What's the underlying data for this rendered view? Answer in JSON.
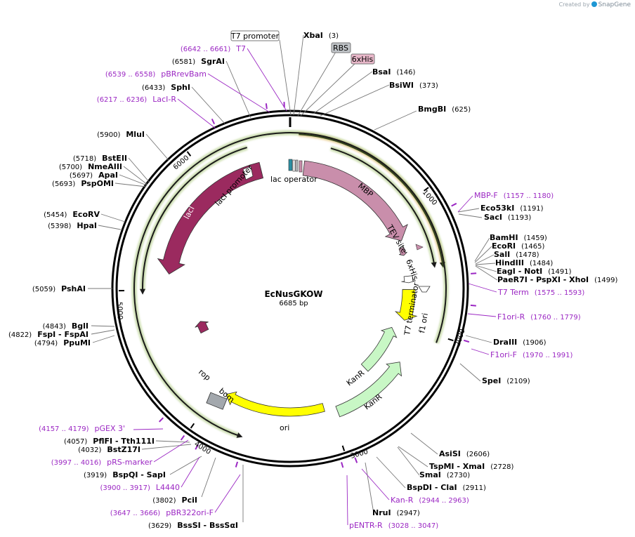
{
  "credit": {
    "prefix": "Created by",
    "brand": "SnapGene"
  },
  "plasmid": {
    "name": "EcNusGKOW",
    "size": "6685 bp",
    "length": 6685
  },
  "ticks": [
    "1000",
    "2000",
    "3000",
    "4000",
    "5000",
    "6000"
  ],
  "features": [
    {
      "name": "lac operator",
      "label": "lac operator"
    },
    {
      "name": "MBP",
      "label": "MBP"
    },
    {
      "name": "TEV site",
      "label": "TEV site"
    },
    {
      "name": "6xHis",
      "label": "6xHis"
    },
    {
      "name": "T7 terminator",
      "label": "T7 terminator"
    },
    {
      "name": "f1 ori",
      "label": "f1 ori"
    },
    {
      "name": "KanR",
      "label": "KanR"
    },
    {
      "name": "KanR",
      "label": "KanR"
    },
    {
      "name": "ori",
      "label": "ori"
    },
    {
      "name": "rop",
      "label": "rop"
    },
    {
      "name": "bom",
      "label": "bom"
    },
    {
      "name": "lacI",
      "label": "lacI"
    },
    {
      "name": "lacI promoter",
      "label": "lacI promoter"
    }
  ],
  "boxed_features": [
    {
      "name": "T7 promoter",
      "label": "T7 promoter"
    },
    {
      "name": "RBS",
      "label": "RBS"
    },
    {
      "name": "6xHis",
      "label": "6xHis"
    }
  ],
  "sites": [
    {
      "name": "XbaI",
      "pos": "(3)"
    },
    {
      "name": "BsaI",
      "pos": "(146)"
    },
    {
      "name": "BsiWI",
      "pos": "(373)"
    },
    {
      "name": "BmgBI",
      "pos": "(625)"
    },
    {
      "name": "Eco53kI",
      "pos": "(1191)"
    },
    {
      "name": "SacI",
      "pos": "(1193)"
    },
    {
      "name": "BamHI",
      "pos": "(1459)"
    },
    {
      "name": "EcoRI",
      "pos": "(1465)"
    },
    {
      "name": "SalI",
      "pos": "(1478)"
    },
    {
      "name": "HindIII",
      "pos": "(1484)"
    },
    {
      "name": "EagI - NotI",
      "pos": "(1491)"
    },
    {
      "name": "PaeR7I - PspXI - XhoI",
      "pos": "(1499)"
    },
    {
      "name": "DraIII",
      "pos": "(1906)"
    },
    {
      "name": "SpeI",
      "pos": "(2109)"
    },
    {
      "name": "AsiSI",
      "pos": "(2606)"
    },
    {
      "name": "TspMI - XmaI",
      "pos": "(2728)"
    },
    {
      "name": "SmaI",
      "pos": "(2730)"
    },
    {
      "name": "BspDI - ClaI",
      "pos": "(2911)"
    },
    {
      "name": "NruI",
      "pos": "(2947)"
    },
    {
      "name": "BssSI - BssSαI",
      "pos": "(3629)"
    },
    {
      "name": "PciI",
      "pos": "(3802)"
    },
    {
      "name": "BspQI - SapI",
      "pos": "(3919)"
    },
    {
      "name": "BstZ17I",
      "pos": "(4032)"
    },
    {
      "name": "PflFI - Tth111I",
      "pos": "(4057)"
    },
    {
      "name": "PpuMI",
      "pos": "(4794)"
    },
    {
      "name": "FspI - FspAI",
      "pos": "(4822)"
    },
    {
      "name": "BglI",
      "pos": "(4843)"
    },
    {
      "name": "PshAI",
      "pos": "(5059)"
    },
    {
      "name": "HpaI",
      "pos": "(5398)"
    },
    {
      "name": "EcoRV",
      "pos": "(5454)"
    },
    {
      "name": "PspOMI",
      "pos": "(5693)"
    },
    {
      "name": "ApaI",
      "pos": "(5697)"
    },
    {
      "name": "NmeAIII",
      "pos": "(5700)"
    },
    {
      "name": "BstEII",
      "pos": "(5718)"
    },
    {
      "name": "MluI",
      "pos": "(5900)"
    },
    {
      "name": "SphI",
      "pos": "(6433)"
    },
    {
      "name": "SgrAI",
      "pos": "(6581)"
    }
  ],
  "primers": [
    {
      "name": "T7",
      "range": "(6642 .. 6661)"
    },
    {
      "name": "pBRrevBam",
      "range": "(6539 .. 6558)"
    },
    {
      "name": "LacI-R",
      "range": "(6217 .. 6236)"
    },
    {
      "name": "MBP-F",
      "range": "(1157 .. 1180)"
    },
    {
      "name": "T7 Term",
      "range": "(1575 .. 1593)"
    },
    {
      "name": "F1ori-R",
      "range": "(1760 .. 1779)"
    },
    {
      "name": "F1ori-F",
      "range": "(1970 .. 1991)"
    },
    {
      "name": "Kan-R",
      "range": "(2944 .. 2963)"
    },
    {
      "name": "pENTR-R",
      "range": "(3028 .. 3047)"
    },
    {
      "name": "pBR322ori-F",
      "range": "(3647 .. 3666)"
    },
    {
      "name": "L4440",
      "range": "(3900 .. 3917)"
    },
    {
      "name": "pRS-marker",
      "range": "(3997 .. 4016)"
    },
    {
      "name": "pGEX 3'",
      "range": "(4157 .. 4179)"
    }
  ],
  "colors": {
    "backbone": "#000000",
    "lacI": "#9b2a5f",
    "mbp": "#c98eab",
    "f1ori": "#ffff00",
    "kanr": "#c8f7c5",
    "ori": "#ffff00",
    "rop": "#9b2a5f",
    "bom": "#a3a8ad",
    "orf_green": "#6b9e1f",
    "orf_orange": "#e9a13a",
    "primer": "#9b27c3"
  }
}
